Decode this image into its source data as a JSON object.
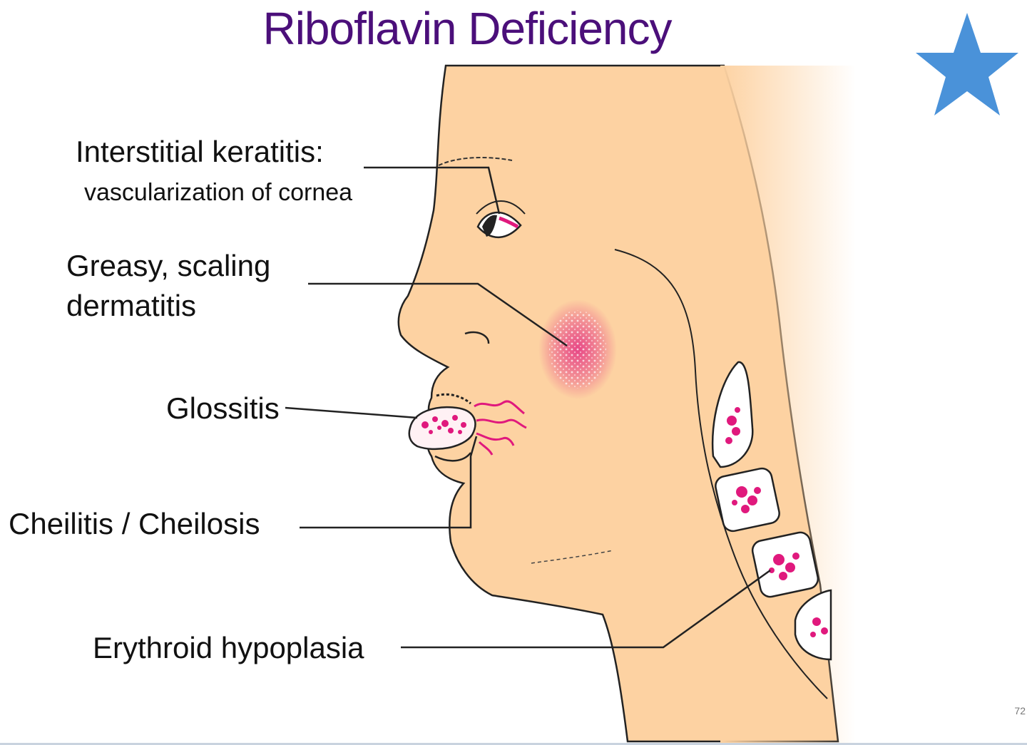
{
  "title": "Riboflavin Deficiency",
  "title_color": "#4b0f7a",
  "skin_color": "#fdd2a2",
  "lesion_color": "#e0197d",
  "star_color": "#4a92d9",
  "icons": [
    "star-icon"
  ],
  "labels": {
    "keratitis_main": "Interstitial keratitis:",
    "keratitis_sub": "vascularization of cornea",
    "dermatitis_line1": "Greasy, scaling",
    "dermatitis_line2": "dermatitis",
    "glossitis": "Glossitis",
    "cheilitis": "Cheilitis / Cheilosis",
    "erythroid": "Erythroid hypoplasia"
  },
  "slide_number": "72"
}
